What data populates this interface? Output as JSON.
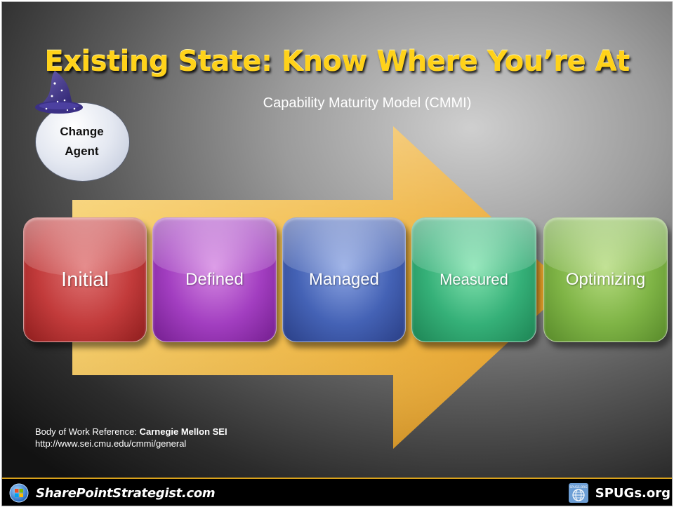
{
  "slide": {
    "title": "Existing State: Know Where You’re At",
    "subtitle": "Capability Maturity Model (CMMI)"
  },
  "change_agent": {
    "line1": "Change",
    "line2": "Agent",
    "icon": "wizard-hat-icon"
  },
  "stages": [
    {
      "label": "Initial",
      "color": "#c23b3b"
    },
    {
      "label": "Defined",
      "color": "#a23ec0"
    },
    {
      "label": "Managed",
      "color": "#4462b5"
    },
    {
      "label": "Measured",
      "color": "#35b078"
    },
    {
      "label": "Optimizing",
      "color": "#7fb446"
    }
  ],
  "arrow_color": "#f0b43a",
  "reference": {
    "prefix": "Body of Work Reference: ",
    "source": "Carnegie Mellon SEI",
    "url": "http://www.sei.cmu.edu/cmmi/general"
  },
  "footer": {
    "left_text": "SharePointStrategist.com",
    "left_icon": "windows-orb-icon",
    "right_text": "SPUGs.org",
    "right_icon": "spugs-globe-logo-icon",
    "right_logo_text": "SPUGS.ORG",
    "accent_color": "#d9a21b"
  }
}
